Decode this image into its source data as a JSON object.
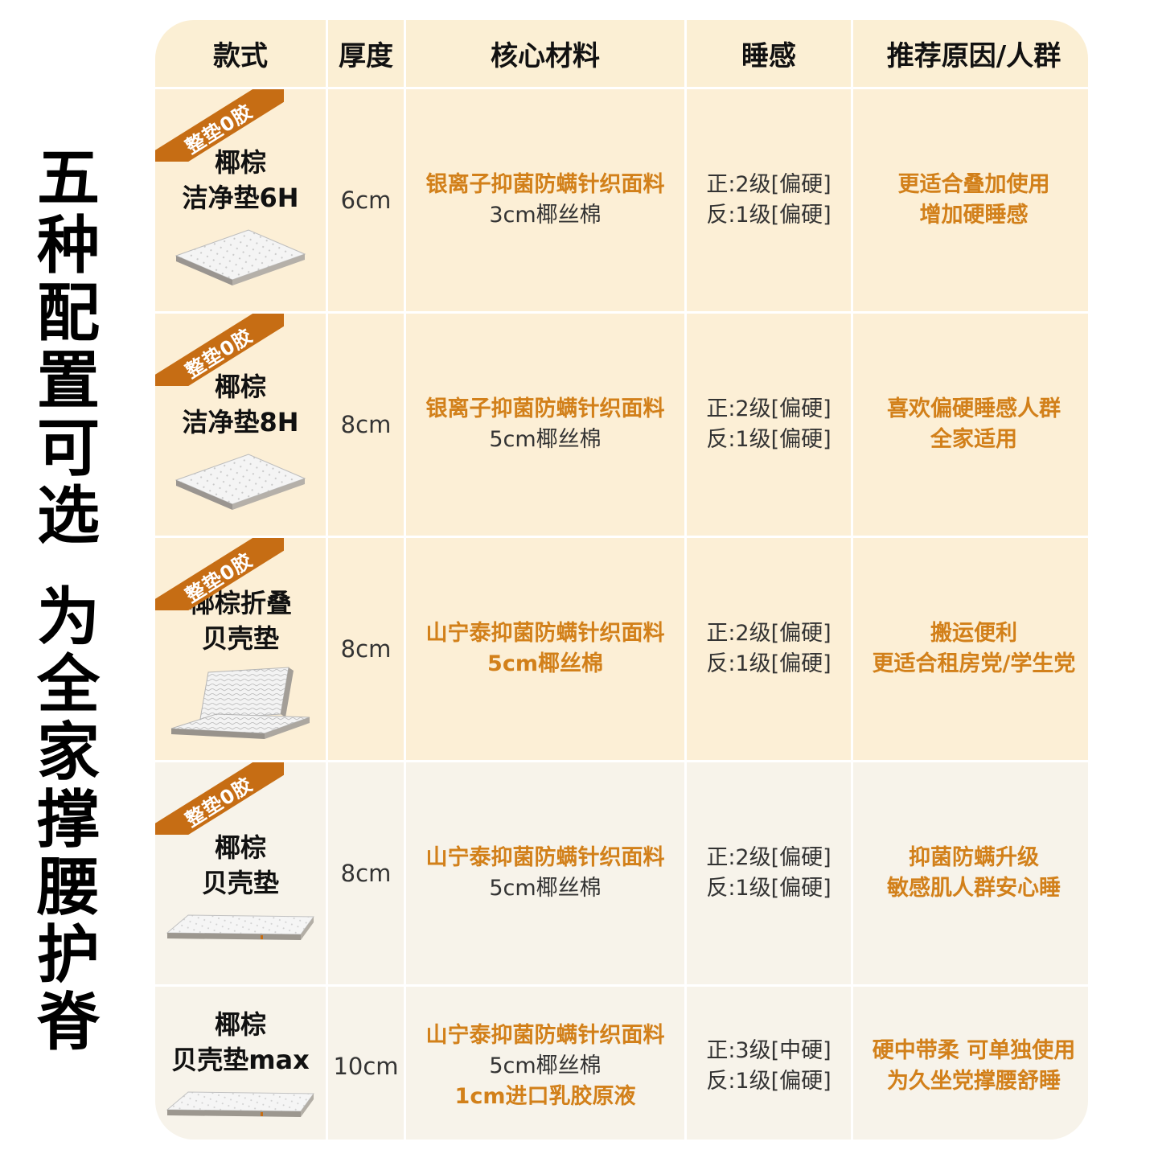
{
  "side_title": [
    "五",
    "种",
    "配",
    "置",
    "可",
    "选",
    "",
    "为",
    "全",
    "家",
    "撑",
    "腰",
    "护",
    "脊"
  ],
  "header": [
    "款式",
    "厚度",
    "核心材料",
    "睡感",
    "推荐原因/人群"
  ],
  "badge": "整垫0胶",
  "rows": [
    {
      "name": [
        "椰棕",
        "洁净垫6H"
      ],
      "badge": true,
      "thickness": "6cm",
      "materials": [
        {
          "text": "银离子抑菌防螨针织面料",
          "style": "orange"
        },
        {
          "text": "3cm椰丝棉",
          "style": "plain"
        }
      ],
      "feel": [
        "正:2级[偏硬]",
        "反:1级[偏硬]"
      ],
      "reason": [
        "更适合叠加使用",
        "增加硬睡感"
      ],
      "tone": "warm",
      "img": "flat"
    },
    {
      "name": [
        "椰棕",
        "洁净垫8H"
      ],
      "badge": true,
      "thickness": "8cm",
      "materials": [
        {
          "text": "银离子抑菌防螨针织面料",
          "style": "orange"
        },
        {
          "text": "5cm椰丝棉",
          "style": "plain"
        }
      ],
      "feel": [
        "正:2级[偏硬]",
        "反:1级[偏硬]"
      ],
      "reason": [
        "喜欢偏硬睡感人群",
        "全家适用"
      ],
      "tone": "warm",
      "img": "flat"
    },
    {
      "name": [
        "椰棕折叠",
        "贝壳垫"
      ],
      "badge": true,
      "thickness": "8cm",
      "materials": [
        {
          "text": "山宁泰抑菌防螨针织面料",
          "style": "orange"
        },
        {
          "text": "5cm椰丝棉",
          "style": "orange"
        }
      ],
      "feel": [
        "正:2级[偏硬]",
        "反:1级[偏硬]"
      ],
      "reason": [
        "搬运便利",
        "更适合租房党/学生党"
      ],
      "tone": "warm",
      "img": "folded"
    },
    {
      "name": [
        "椰棕",
        "贝壳垫"
      ],
      "badge": true,
      "thickness": "8cm",
      "materials": [
        {
          "text": "山宁泰抑菌防螨针织面料",
          "style": "orange"
        },
        {
          "text": "5cm椰丝棉",
          "style": "plain"
        }
      ],
      "feel": [
        "正:2级[偏硬]",
        "反:1级[偏硬]"
      ],
      "reason": [
        "抑菌防螨升级",
        "敏感肌人群安心睡"
      ],
      "tone": "cool",
      "img": "thin"
    },
    {
      "name": [
        "椰棕",
        "贝壳垫max"
      ],
      "badge": false,
      "thickness": "10cm",
      "materials": [
        {
          "text": "山宁泰抑菌防螨针织面料",
          "style": "orange"
        },
        {
          "text": "5cm椰丝棉",
          "style": "plain"
        },
        {
          "text": "1cm进口乳胶原液",
          "style": "orange"
        }
      ],
      "feel": [
        "正:3级[中硬]",
        "反:1级[偏硬]"
      ],
      "reason": [
        "硬中带柔 可单独使用",
        "为久坐党撑腰舒睡"
      ],
      "tone": "cool",
      "img": "thin"
    }
  ]
}
